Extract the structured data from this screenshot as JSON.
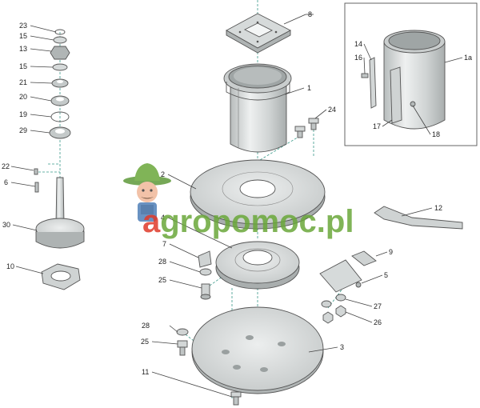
{
  "diagram": {
    "labels": {
      "l23": "23",
      "l15a": "15",
      "l13": "13",
      "l15b": "15",
      "l21": "21",
      "l20": "20",
      "l19": "19",
      "l29": "29",
      "l22": "22",
      "l6": "6",
      "l30": "30",
      "l10": "10",
      "l8": "8",
      "l1": "1",
      "l24": "24",
      "l2": "2",
      "l4": "4",
      "l7": "7",
      "l28a": "28",
      "l25a": "25",
      "l9": "9",
      "l5": "5",
      "l27": "27",
      "l26": "26",
      "l28b": "28",
      "l25b": "25",
      "l3": "3",
      "l11": "11",
      "l12": "12",
      "l14": "14",
      "l16": "16",
      "l1a": "1a",
      "l17": "17",
      "l18": "18"
    },
    "watermark": {
      "prefix": "a",
      "rest": "gropomoc.pl",
      "accent_color": "#e03a2a",
      "main_color": "#6aa83a"
    }
  },
  "colors": {
    "part_fill": "#d9dcdc",
    "part_dark": "#b5baba",
    "part_light": "#eef0f0",
    "line": "#444444",
    "axis": "#3a9a8a"
  }
}
